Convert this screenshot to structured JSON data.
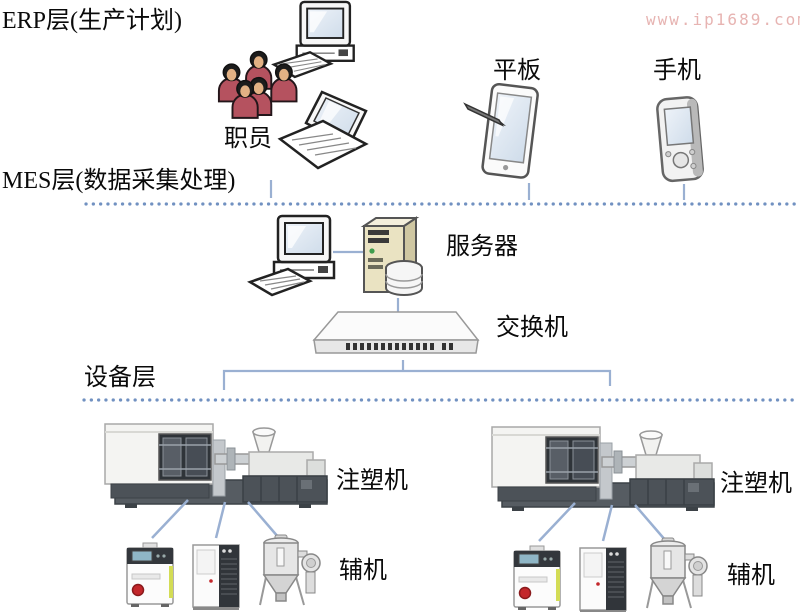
{
  "watermark": "www.ip1689.com",
  "layer_labels": {
    "erp_layer": "ERP层(生产计划)",
    "mes_layer": "MES层(数据采集处理)",
    "device_layer": "设备层"
  },
  "node_labels": {
    "staff": "职员",
    "tablet": "平板",
    "phone": "手机",
    "server": "服务器",
    "switch": "交换机",
    "injection_machine_left": "注塑机",
    "injection_machine_right": "注塑机",
    "auxiliary_left": "辅机",
    "auxiliary_right": "辅机"
  },
  "colors": {
    "connector_line": "#9ab0d2",
    "dotted_separator": "#7191c1",
    "watermark_text": "#e7b4b2",
    "staff_shirt": "#b5525f",
    "server_body": "#eae3c2",
    "machine_base_gray": "#4c5258",
    "alert_red": "#c3272b",
    "label_text": "#0a0a0a"
  }
}
